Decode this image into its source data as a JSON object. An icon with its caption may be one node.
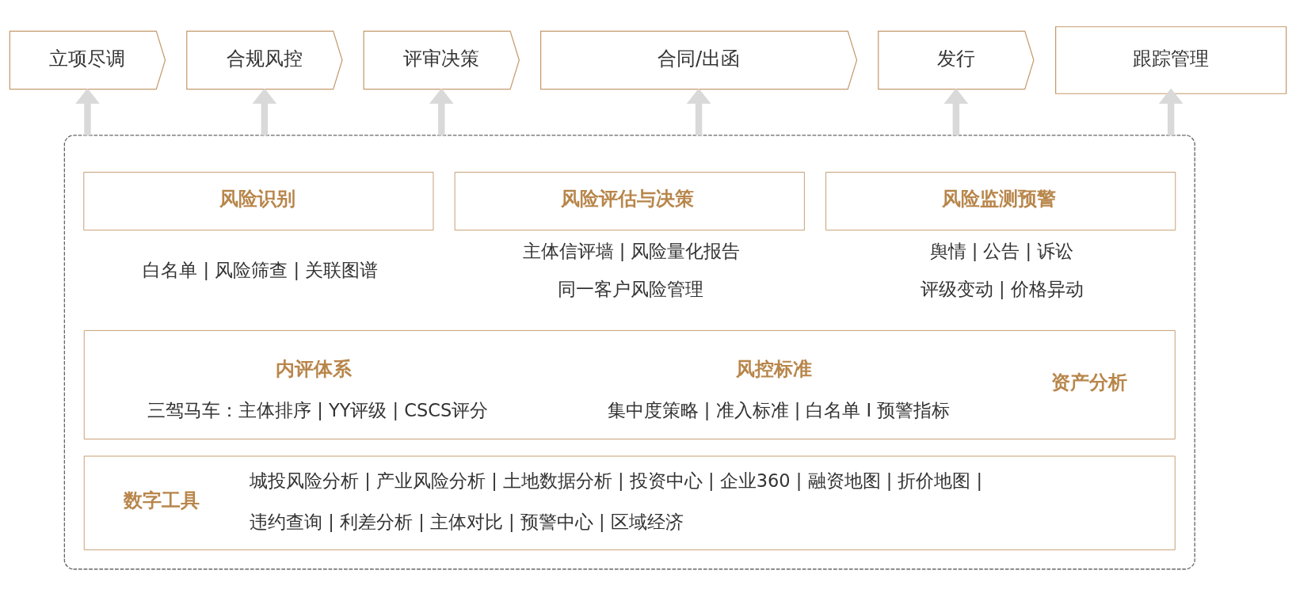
{
  "diagram": {
    "nodes": [
      {
        "text": [
          "立项尽调"
        ]
      },
      {
        "text": [
          "合规风控"
        ]
      },
      {
        "text": [
          "评审决策"
        ]
      },
      {
        "text": [
          "合同/出函"
        ]
      },
      {
        "text": [
          "发行"
        ]
      },
      {
        "text": [
          "跟踪管理"
        ]
      },
      {
        "text": [],
        "shape": "box"
      },
      {
        "text": [
          "风险识别"
        ],
        "beside": [
          "白名单 | 风险筛查 | 关联图谱"
        ],
        "in": 6
      },
      {
        "text": [
          "风险评估与决策"
        ],
        "beside": [
          "主体信评墙 | 风险量化报告",
          "同一客户风险管理"
        ],
        "in": 6
      },
      {
        "text": [
          "风险监测预警"
        ],
        "beside": [
          "舆情 | 公告 | 诉讼",
          "评级变动 | 价格异动"
        ],
        "in": 6
      },
      {
        "text": [
          "内评体系",
          "三驾马车：主体排序 | YY评级 | CSCS评分",
          "风控标准",
          "集中度策略 | 准入标准 | 白名单 I 预警指标",
          "资产分析"
        ],
        "in": 6
      },
      {
        "text": [
          "数字工具",
          "城投风险分析 | 产业风险分析 | 土地数据分析 | 投资中心 | 企业360 | 融资地图 | 折价地图 | 违约查询 | 利差分析 | 主体对比 | 预警中心 | 区域经济"
        ],
        "in": 6
      }
    ],
    "edges": [
      {
        "from": 6,
        "to": 0,
        "arrow": "to"
      },
      {
        "from": 6,
        "to": 1,
        "arrow": "to"
      },
      {
        "from": 6,
        "to": 2,
        "arrow": "to"
      },
      {
        "from": 6,
        "to": 3,
        "arrow": "to"
      },
      {
        "from": 6,
        "to": 4,
        "arrow": "to"
      },
      {
        "from": 6,
        "to": 5,
        "arrow": "to"
      }
    ]
  }
}
